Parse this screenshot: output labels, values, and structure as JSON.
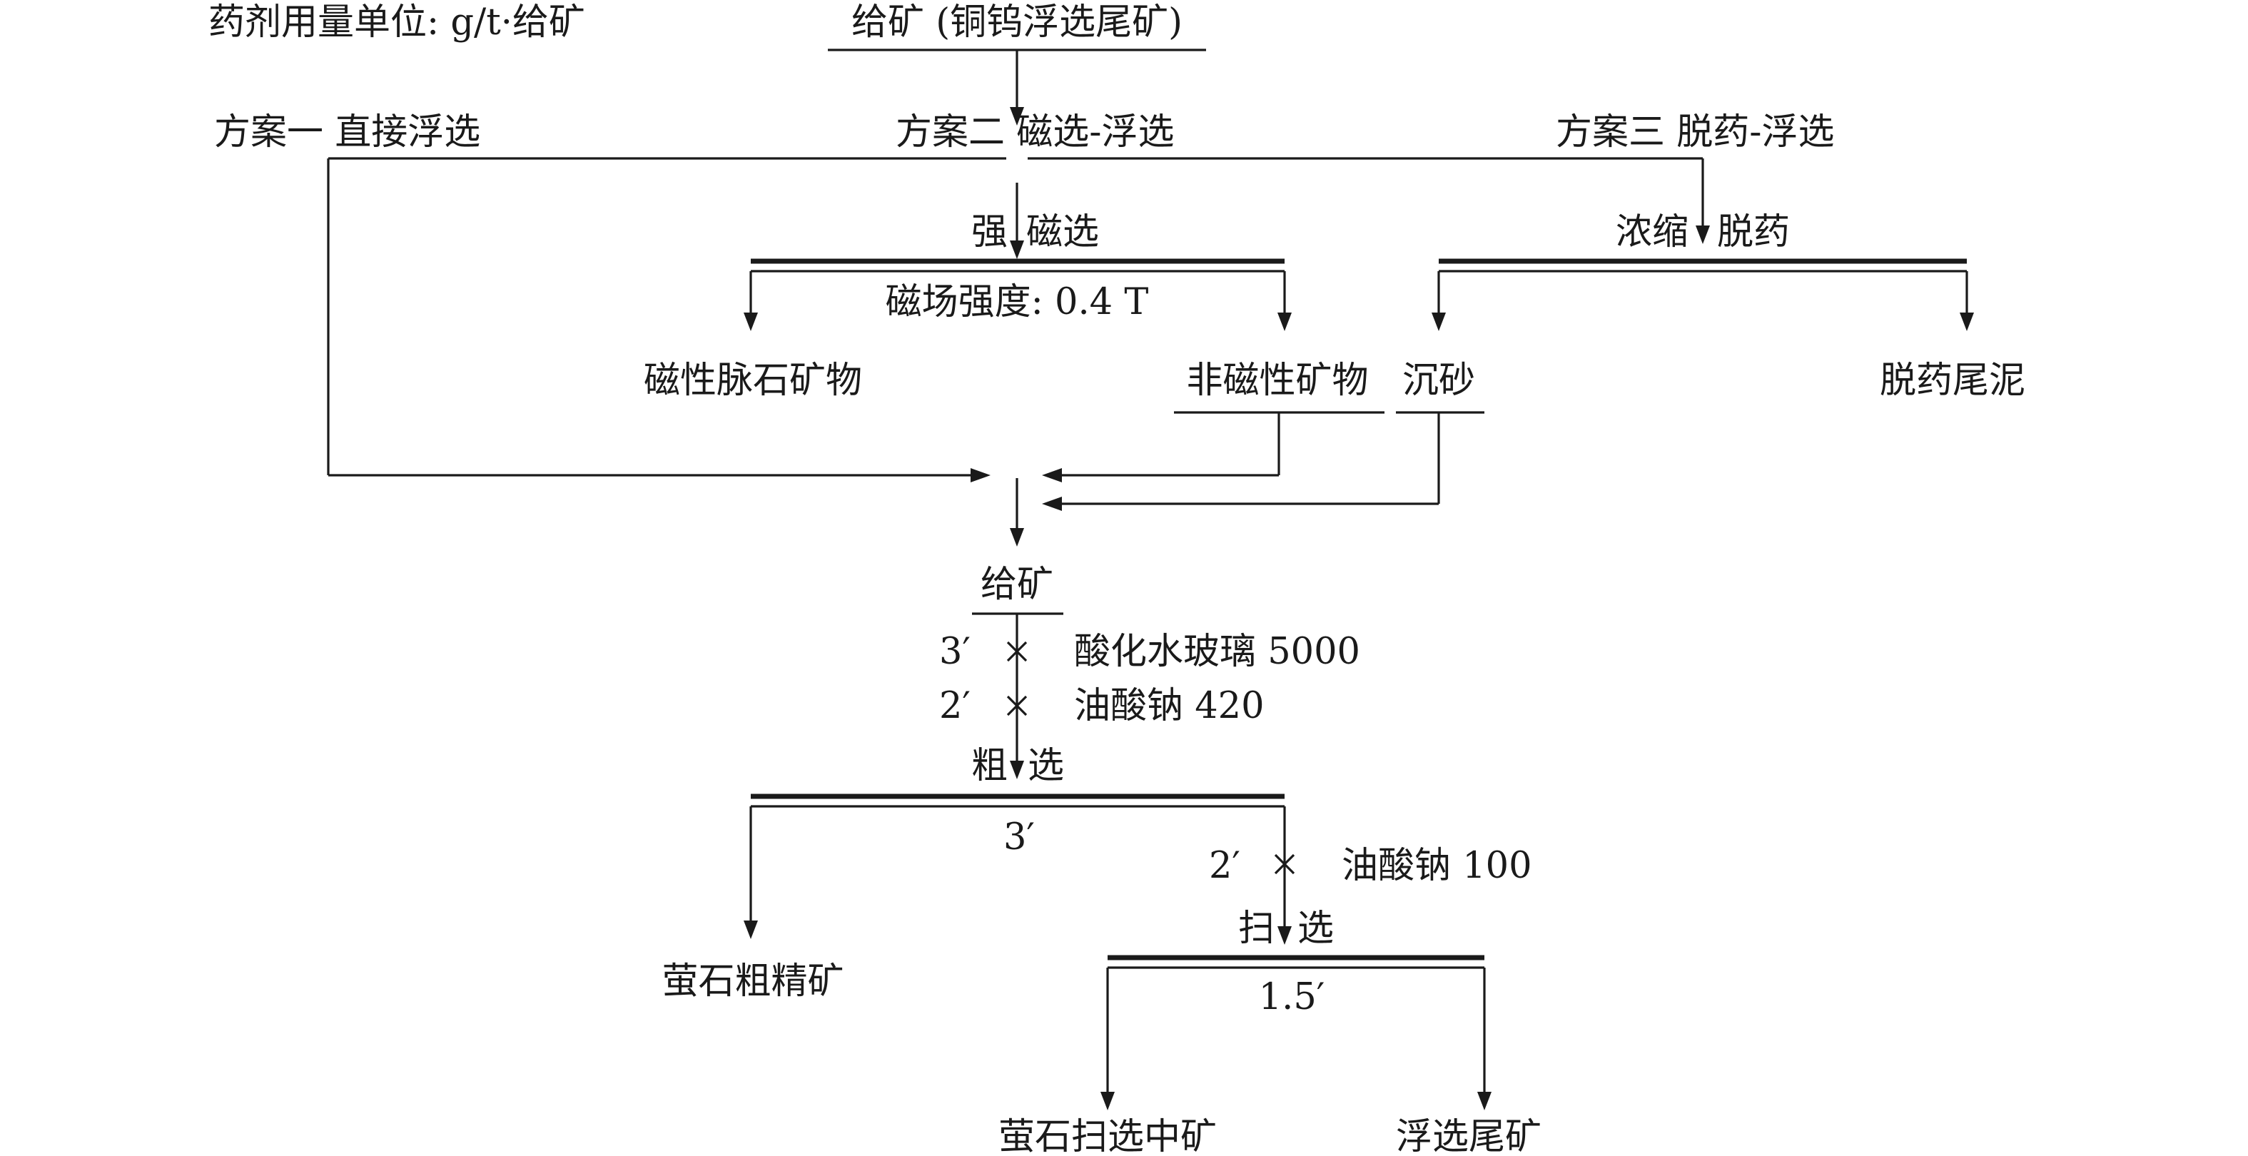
{
  "header": {
    "dosage_unit": "药剂用量单位: g/t·给矿",
    "feed": "给矿 (铜钨浮选尾矿)"
  },
  "schemes": {
    "scheme1": "方案一 直接浮选",
    "scheme2": "方案二 磁选-浮选",
    "scheme3": "方案三 脱药-浮选"
  },
  "magnetic_separation": {
    "op_left": "强",
    "op_right": "磁选",
    "condition": "磁场强度: 0.4 T",
    "magnetic_product": "磁性脉石矿物",
    "nonmagnetic_product": "非磁性矿物"
  },
  "desliming": {
    "op_left": "浓缩",
    "op_right": "脱药",
    "underflow": "沉砂",
    "overflow": "脱药尾泥"
  },
  "flotation": {
    "feed": "给矿",
    "reagent1_time": "3′",
    "reagent1": "酸化水玻璃 5000",
    "reagent2_time": "2′",
    "reagent2": "油酸钠 420",
    "rougher_left": "粗",
    "rougher_right": "选",
    "rougher_time": "3′",
    "reagent3_time": "2′",
    "reagent3": "油酸钠 100",
    "rougher_concentrate": "萤石粗精矿",
    "scavenger_left": "扫",
    "scavenger_right": "选",
    "scavenger_time": "1.5′",
    "scavenger_middling": "萤石扫选中矿",
    "tailings": "浮选尾矿"
  }
}
